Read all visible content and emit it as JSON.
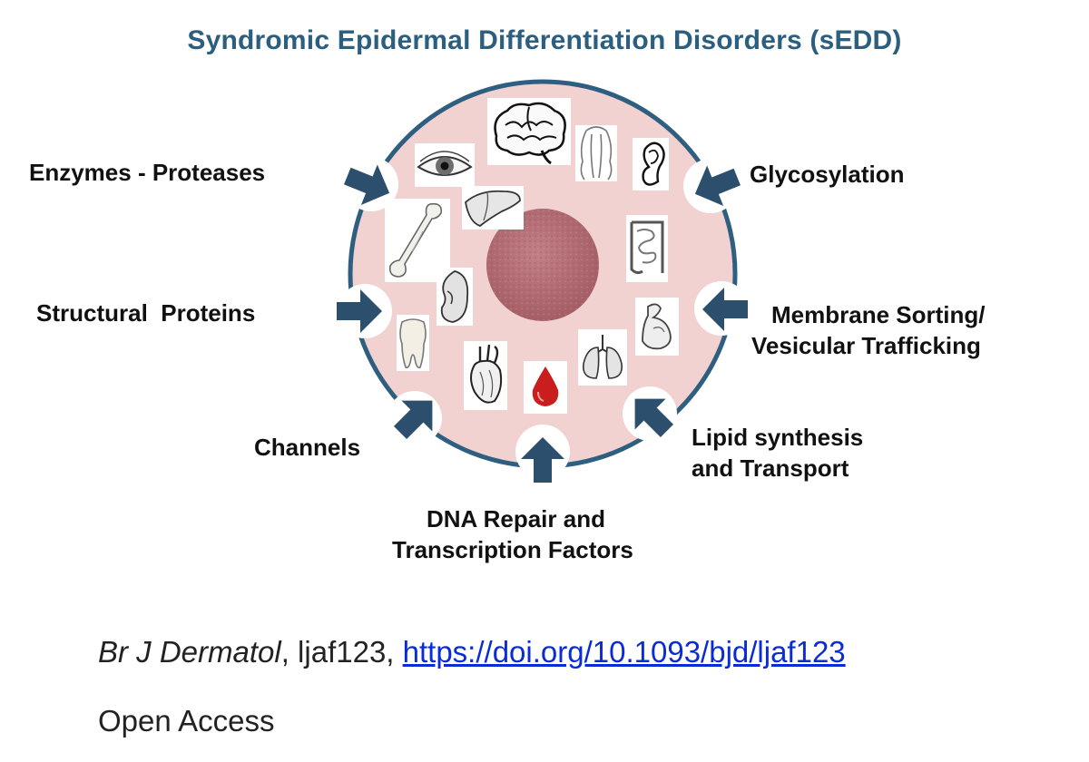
{
  "title": "Syndromic Epidermal Differentiation Disorders (sEDD)",
  "mechanisms": {
    "enzymes": "Enzymes - Proteases",
    "glycosylation": "Glycosylation",
    "structural": "Structural  Proteins",
    "membrane_line1": "Membrane Sorting/",
    "membrane_line2": "Vesicular Trafficking",
    "channels": "Channels",
    "lipid_line1": "Lipid synthesis",
    "lipid_line2": "and Transport",
    "dna_line1": "DNA Repair and",
    "dna_line2": "Transcription Factors"
  },
  "organs": [
    "eye-icon",
    "brain-icon",
    "hair-icon",
    "ear-icon",
    "liver-icon",
    "bone-icon",
    "intestine-icon",
    "kidney-icon",
    "muscle-arm-icon",
    "tooth-icon",
    "heart-icon",
    "blood-drop-icon",
    "lungs-icon"
  ],
  "colors": {
    "title": "#2c5f7f",
    "arrow": "#2c4f6d",
    "circle_fill": "#f2d2d0",
    "circle_border": "#2f5f80",
    "skin_center": "#b56f76",
    "link": "#0a2bd6"
  },
  "citation": {
    "journal": "Br J Dermatol",
    "article": ", ljaf123, ",
    "doi": "https://doi.org/10.1093/bjd/ljaf123"
  },
  "access": "Open Access"
}
